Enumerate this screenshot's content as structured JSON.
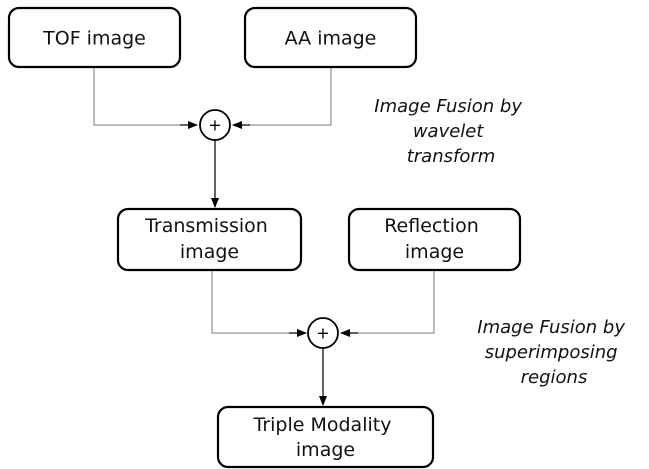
{
  "nodes": {
    "tof": {
      "lines": [
        "TOF image"
      ]
    },
    "aa": {
      "lines": [
        "AA image"
      ]
    },
    "transmission": {
      "lines": [
        "Transmission",
        "image"
      ]
    },
    "reflection": {
      "lines": [
        "Reflection",
        "image"
      ]
    },
    "triple": {
      "lines": [
        "Triple Modality",
        "image"
      ]
    }
  },
  "junctions": {
    "sum1": {
      "symbol": "+"
    },
    "sum2": {
      "symbol": "+"
    }
  },
  "annotations": {
    "fusion1": {
      "lines": [
        "Image Fusion by",
        "wavelet",
        "transform"
      ]
    },
    "fusion2": {
      "lines": [
        "Image Fusion by",
        "superimposing",
        "regions"
      ]
    }
  }
}
